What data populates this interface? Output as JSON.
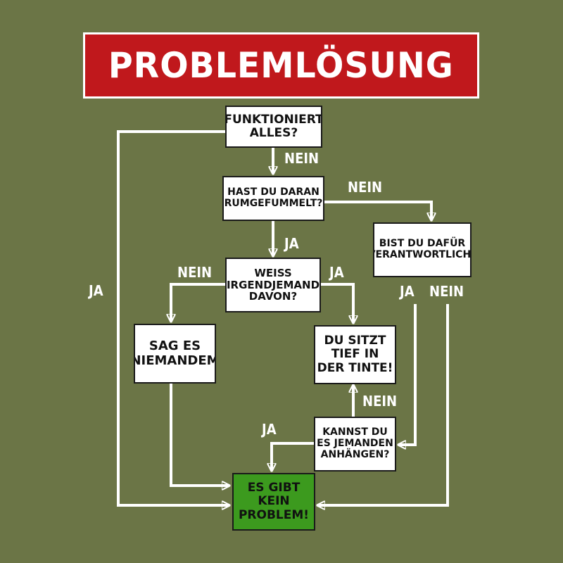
{
  "title": "PROBLEMLÖSUNG",
  "nodes": {
    "funktioniert": "FUNKTIONIERT\nALLES?",
    "gefummelt": "HAST DU DARAN\nRUMGEFUMMELT?",
    "verantwortlich": "BIST DU DAFÜR\nVERANTWORTLICH?",
    "weiss": "WEISS\nIRGENDJEMAND\nDAVON?",
    "sag_es": "SAG ES\nNIEMANDEM",
    "tinte": "DU SITZT\nTIEF IN\nDER TINTE!",
    "anhaengen": "KANNST DU\nES JEMANDEN\nANHÄNGEN?",
    "kein_problem": "ES GIBT\nKEIN\nPROBLEM!"
  },
  "labels": {
    "ja_left": "JA",
    "nein_1": "NEIN",
    "nein_2": "NEIN",
    "ja_2": "JA",
    "nein_3": "NEIN",
    "ja_3": "JA",
    "ja_4": "JA",
    "nein_4": "NEIN",
    "nein_5": "NEIN",
    "ja_5": "JA"
  },
  "colors": {
    "background": "#6b7546",
    "title_banner": "#c0181c",
    "final_box": "#3c9a1e",
    "arrows": "#ffffff"
  }
}
